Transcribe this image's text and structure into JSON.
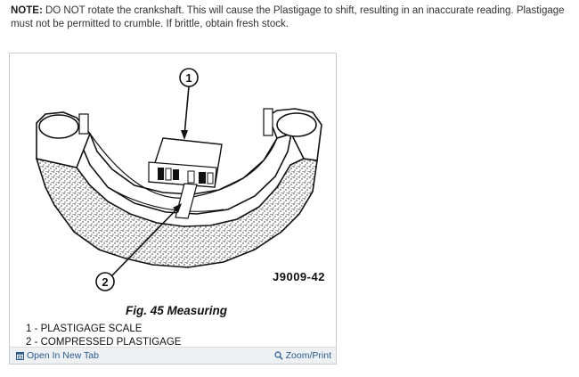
{
  "note": {
    "label": "NOTE:",
    "text": " DO NOT rotate the crankshaft. This will cause the Plastigage to shift, resulting in an inaccurate reading. Plastigage must not be permitted to crumble. If brittle, obtain fresh stock."
  },
  "figure": {
    "callout_1": "1",
    "callout_2": "2",
    "figure_id": "J9009-42",
    "caption": "Fig. 45 Measuring",
    "legend": [
      "1 - PLASTIGAGE SCALE",
      "2 - COMPRESSED PLASTIGAGE"
    ]
  },
  "toolbar": {
    "open_new_tab": "Open In New Tab",
    "zoom_print": "Zoom/Print",
    "link_color": "#2a5a8c"
  }
}
